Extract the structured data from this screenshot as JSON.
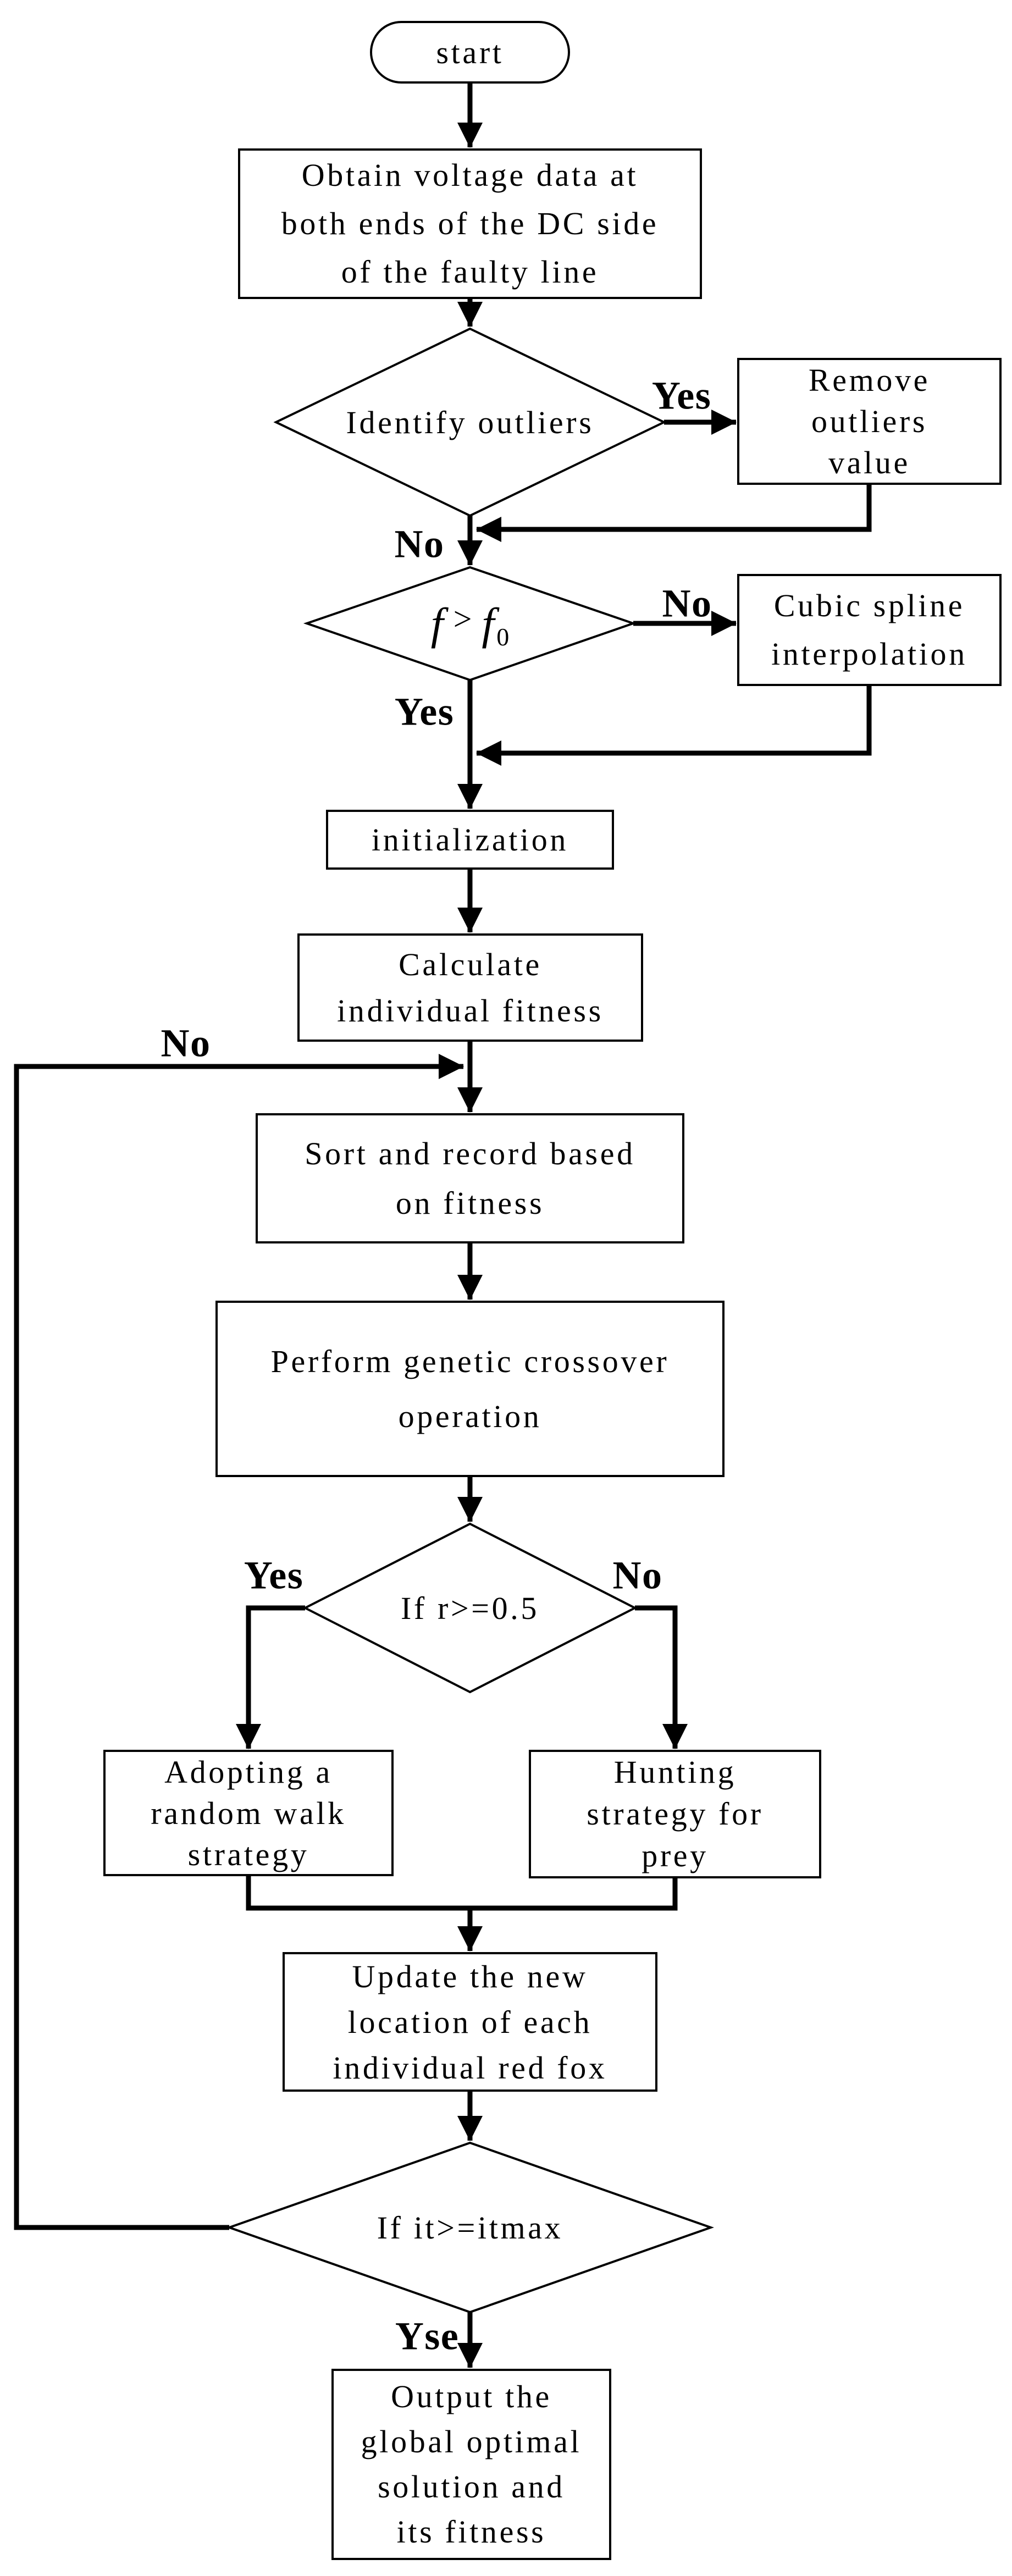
{
  "flowchart": {
    "nodes": {
      "start": {
        "lines": [
          "start"
        ]
      },
      "obtain_voltage": {
        "lines": [
          "Obtain voltage data at",
          "both ends of the DC side",
          "of the faulty line"
        ]
      },
      "identify_outliers": {
        "lines": [
          "Identify outliers"
        ]
      },
      "remove_outliers": {
        "lines": [
          "Remove",
          "outliers",
          "value"
        ]
      },
      "freq_check": {
        "f1": "f",
        "op": ">",
        "f2": "f",
        "sub": "0"
      },
      "cubic_spline": {
        "lines": [
          "Cubic spline",
          "interpolation"
        ]
      },
      "initialization": {
        "lines": [
          "initialization"
        ]
      },
      "calc_fitness": {
        "lines": [
          "Calculate",
          "individual fitness"
        ]
      },
      "sort_record": {
        "lines": [
          "Sort and record based",
          "on fitness"
        ]
      },
      "genetic_crossover": {
        "lines": [
          "Perform genetic crossover",
          "operation"
        ]
      },
      "r_check": {
        "lines": [
          "If r>=0.5"
        ]
      },
      "random_walk": {
        "lines": [
          "Adopting a",
          "random walk",
          "strategy"
        ]
      },
      "hunting": {
        "lines": [
          "Hunting",
          "strategy for",
          "prey"
        ]
      },
      "update_location": {
        "lines": [
          "Update the new",
          "location of each",
          "individual red fox"
        ]
      },
      "iter_check": {
        "lines": [
          "If it>=itmax"
        ]
      },
      "output_solution": {
        "lines": [
          "Output the",
          "global optimal",
          "solution and",
          "its fitness"
        ]
      }
    },
    "edge_labels": {
      "identify_yes": "Yes",
      "identify_no": "No",
      "freq_no": "No",
      "freq_yes": "Yes",
      "loop_no": "No",
      "r_yes": "Yes",
      "r_no": "No",
      "iter_yes": "Yse"
    },
    "colors": {
      "stroke": "#000000",
      "background": "#ffffff",
      "text": "#000000"
    }
  }
}
